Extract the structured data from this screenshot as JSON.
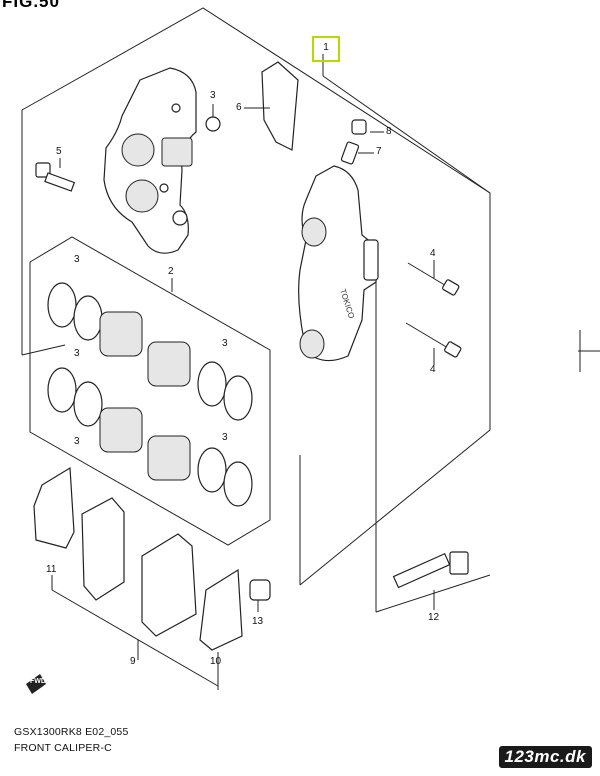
{
  "figure": {
    "heading": "FIG.50",
    "model_code": "GSX1300RK8 E02_055",
    "caption": "FRONT CALIPER-C",
    "watermark": "123mc.dk",
    "fwd_label": "FWD"
  },
  "callouts": [
    {
      "id": "c1",
      "text": "1",
      "highlight": "#b8d900"
    },
    {
      "id": "c2",
      "text": "2"
    },
    {
      "id": "c3a",
      "text": "3"
    },
    {
      "id": "c3b",
      "text": "3"
    },
    {
      "id": "c3c",
      "text": "3"
    },
    {
      "id": "c3d",
      "text": "3"
    },
    {
      "id": "c3e",
      "text": "3"
    },
    {
      "id": "c3f",
      "text": "3"
    },
    {
      "id": "c4a",
      "text": "4"
    },
    {
      "id": "c4b",
      "text": "4"
    },
    {
      "id": "c5",
      "text": "5"
    },
    {
      "id": "c6",
      "text": "6"
    },
    {
      "id": "c7",
      "text": "7"
    },
    {
      "id": "c8",
      "text": "8"
    },
    {
      "id": "c9",
      "text": "9"
    },
    {
      "id": "c10",
      "text": "10"
    },
    {
      "id": "c11",
      "text": "11"
    },
    {
      "id": "c12",
      "text": "12"
    },
    {
      "id": "c13",
      "text": "13"
    }
  ]
}
